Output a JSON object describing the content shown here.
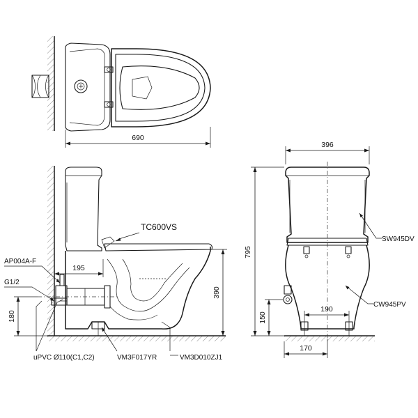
{
  "dimensions": {
    "plan_length": "690",
    "front_width": "396",
    "height_total": "795",
    "side_outlet_height": "390",
    "side_offset": "195",
    "front_foot_spacing": "190",
    "inlet_height": "180",
    "front_inlet_height": "150",
    "front_foot_width": "170"
  },
  "parts": {
    "seat": "TC600VS",
    "tank": "SW945DV",
    "bowl": "CW945PV",
    "fill_valve": "AP004A-F",
    "inlet": "G1/2",
    "pipe": "uPVC Ø110(C1,C2)",
    "fixing_1": "VM3F017YR",
    "fixing_2": "VM3D010ZJ1"
  }
}
